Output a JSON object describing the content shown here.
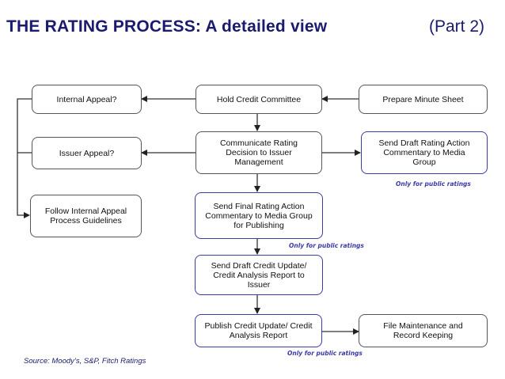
{
  "header": {
    "title": "THE RATING PROCESS: A detailed view",
    "part": "(Part 2)"
  },
  "boxes": {
    "internal_appeal": "Internal Appeal?",
    "hold_committee": "Hold Credit Committee",
    "prepare_minute": "Prepare Minute Sheet",
    "issuer_appeal": "Issuer Appeal?",
    "communicate": "Communicate Rating Decision to Issuer Management",
    "send_draft_rating": "Send Draft Rating Action Commentary to Media Group",
    "follow_appeal": "Follow Internal Appeal Process Guidelines",
    "send_final": "Send Final Rating Action Commentary to Media Group for Publishing",
    "send_draft_credit": "Send Draft Credit Update/ Credit Analysis Report to Issuer",
    "publish_credit": "Publish Credit Update/ Credit Analysis Report",
    "file_maintenance": "File Maintenance and Record Keeping"
  },
  "notes": {
    "note1": "Only for public ratings",
    "note2": "Only for public ratings",
    "note3": "Only for public ratings"
  },
  "footer": {
    "source": "Source: Moody’s, S&P, Fitch Ratings"
  }
}
